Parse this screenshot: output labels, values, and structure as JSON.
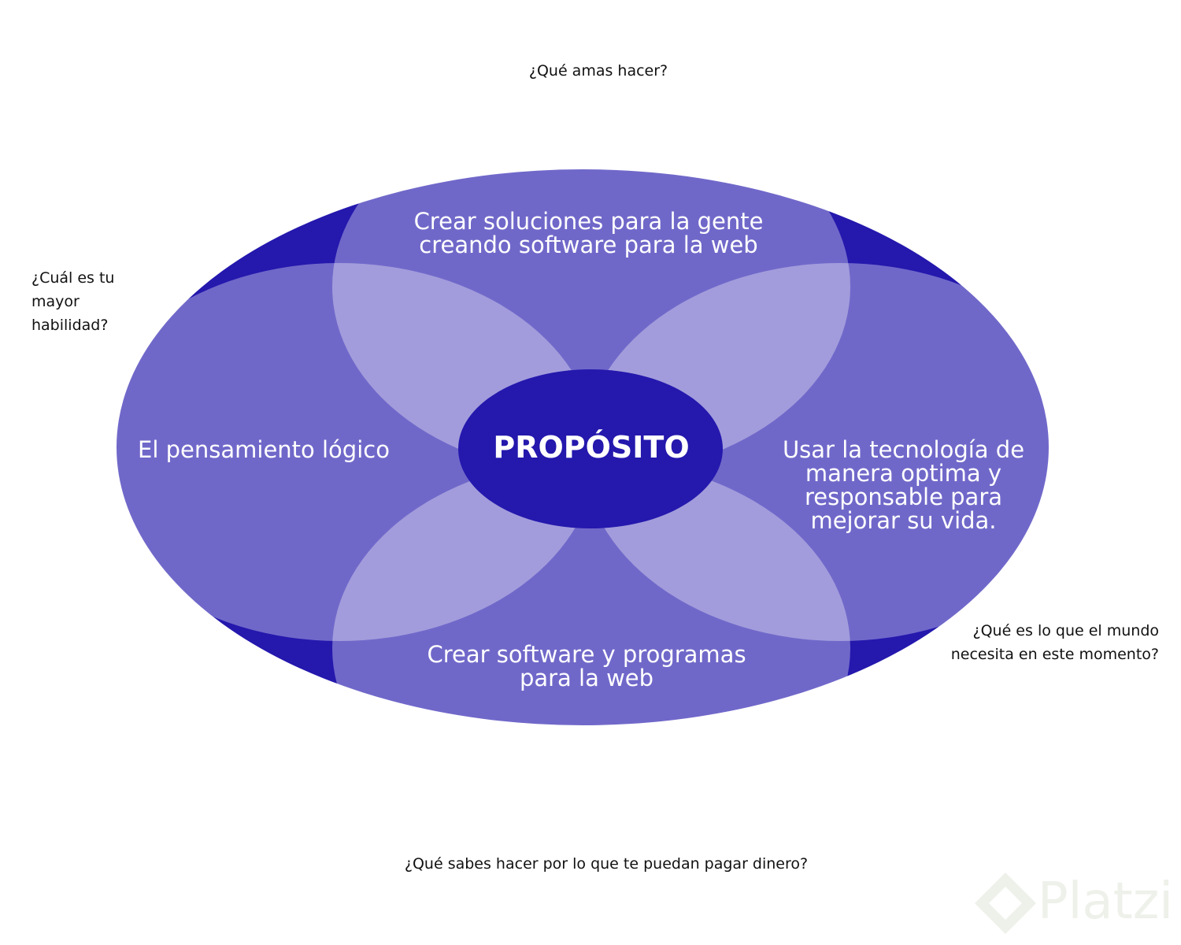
{
  "colors": {
    "outer_ellipse": "#2418ad",
    "petal": "#8c86e6",
    "petal_opacity": 0.35,
    "center": "#2418ad",
    "text_light": "#ffffff",
    "text_dark": "#111111",
    "watermark": "#eef1ea"
  },
  "questions": {
    "love": [
      "¿Qué amas hacer?"
    ],
    "skill": [
      "¿Cuál es tu",
      "mayor",
      "habilidad?"
    ],
    "world_needs": [
      "¿Qué es lo que el mundo",
      "necesita en este momento?"
    ],
    "paid": [
      "¿Qué sabes hacer por lo que te puedan pagar dinero?"
    ]
  },
  "answers": {
    "love": [
      "Crear soluciones para la gente",
      "creando software para la web"
    ],
    "skill": [
      "El pensamiento lógico"
    ],
    "world_needs": [
      "Usar la tecnología de",
      "manera optima y",
      "responsable para",
      "mejorar su vida."
    ],
    "paid": [
      "Crear software y programas",
      "para la web"
    ]
  },
  "center": {
    "title": "PROPÓSITO"
  },
  "watermark": {
    "brand": "Platzi",
    "icon": "platzi-logo-icon"
  }
}
